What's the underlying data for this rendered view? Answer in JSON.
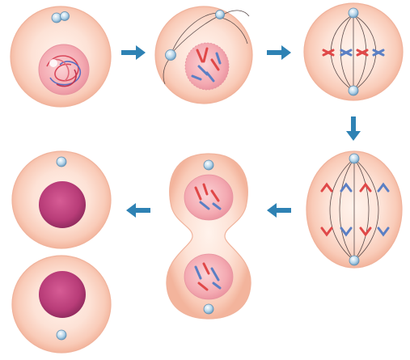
{
  "diagram": {
    "stages": [
      {
        "id": "interphase",
        "icon": "cell-with-nucleus-and-chromatin-icon"
      },
      {
        "id": "prophase",
        "icon": "cell-with-condensing-chromosomes-icon"
      },
      {
        "id": "metaphase",
        "icon": "cell-with-aligned-chromosomes-icon"
      },
      {
        "id": "anaphase",
        "icon": "cell-with-separating-chromatids-icon"
      },
      {
        "id": "telophase",
        "icon": "dividing-cell-with-two-nuclei-icon"
      },
      {
        "id": "daughter-cells",
        "icon": "two-daughter-cells-icon"
      }
    ],
    "arrows": [
      {
        "from": "interphase",
        "to": "prophase",
        "direction": "right"
      },
      {
        "from": "prophase",
        "to": "metaphase",
        "direction": "right"
      },
      {
        "from": "metaphase",
        "to": "anaphase",
        "direction": "down"
      },
      {
        "from": "anaphase",
        "to": "telophase",
        "direction": "left"
      },
      {
        "from": "telophase",
        "to": "daughter-cells",
        "direction": "left"
      }
    ],
    "colors": {
      "arrow": "#2e82b4",
      "cell_fill": "#fbd9c9",
      "cell_edge": "#f0b39c",
      "nucleus_fill": "#f2a3ad",
      "chromosome_red": "#e04848",
      "chromosome_blue": "#5b7fc4",
      "dense_nucleus": "#c23f7e",
      "centrosome": "#7fb0d2"
    }
  }
}
